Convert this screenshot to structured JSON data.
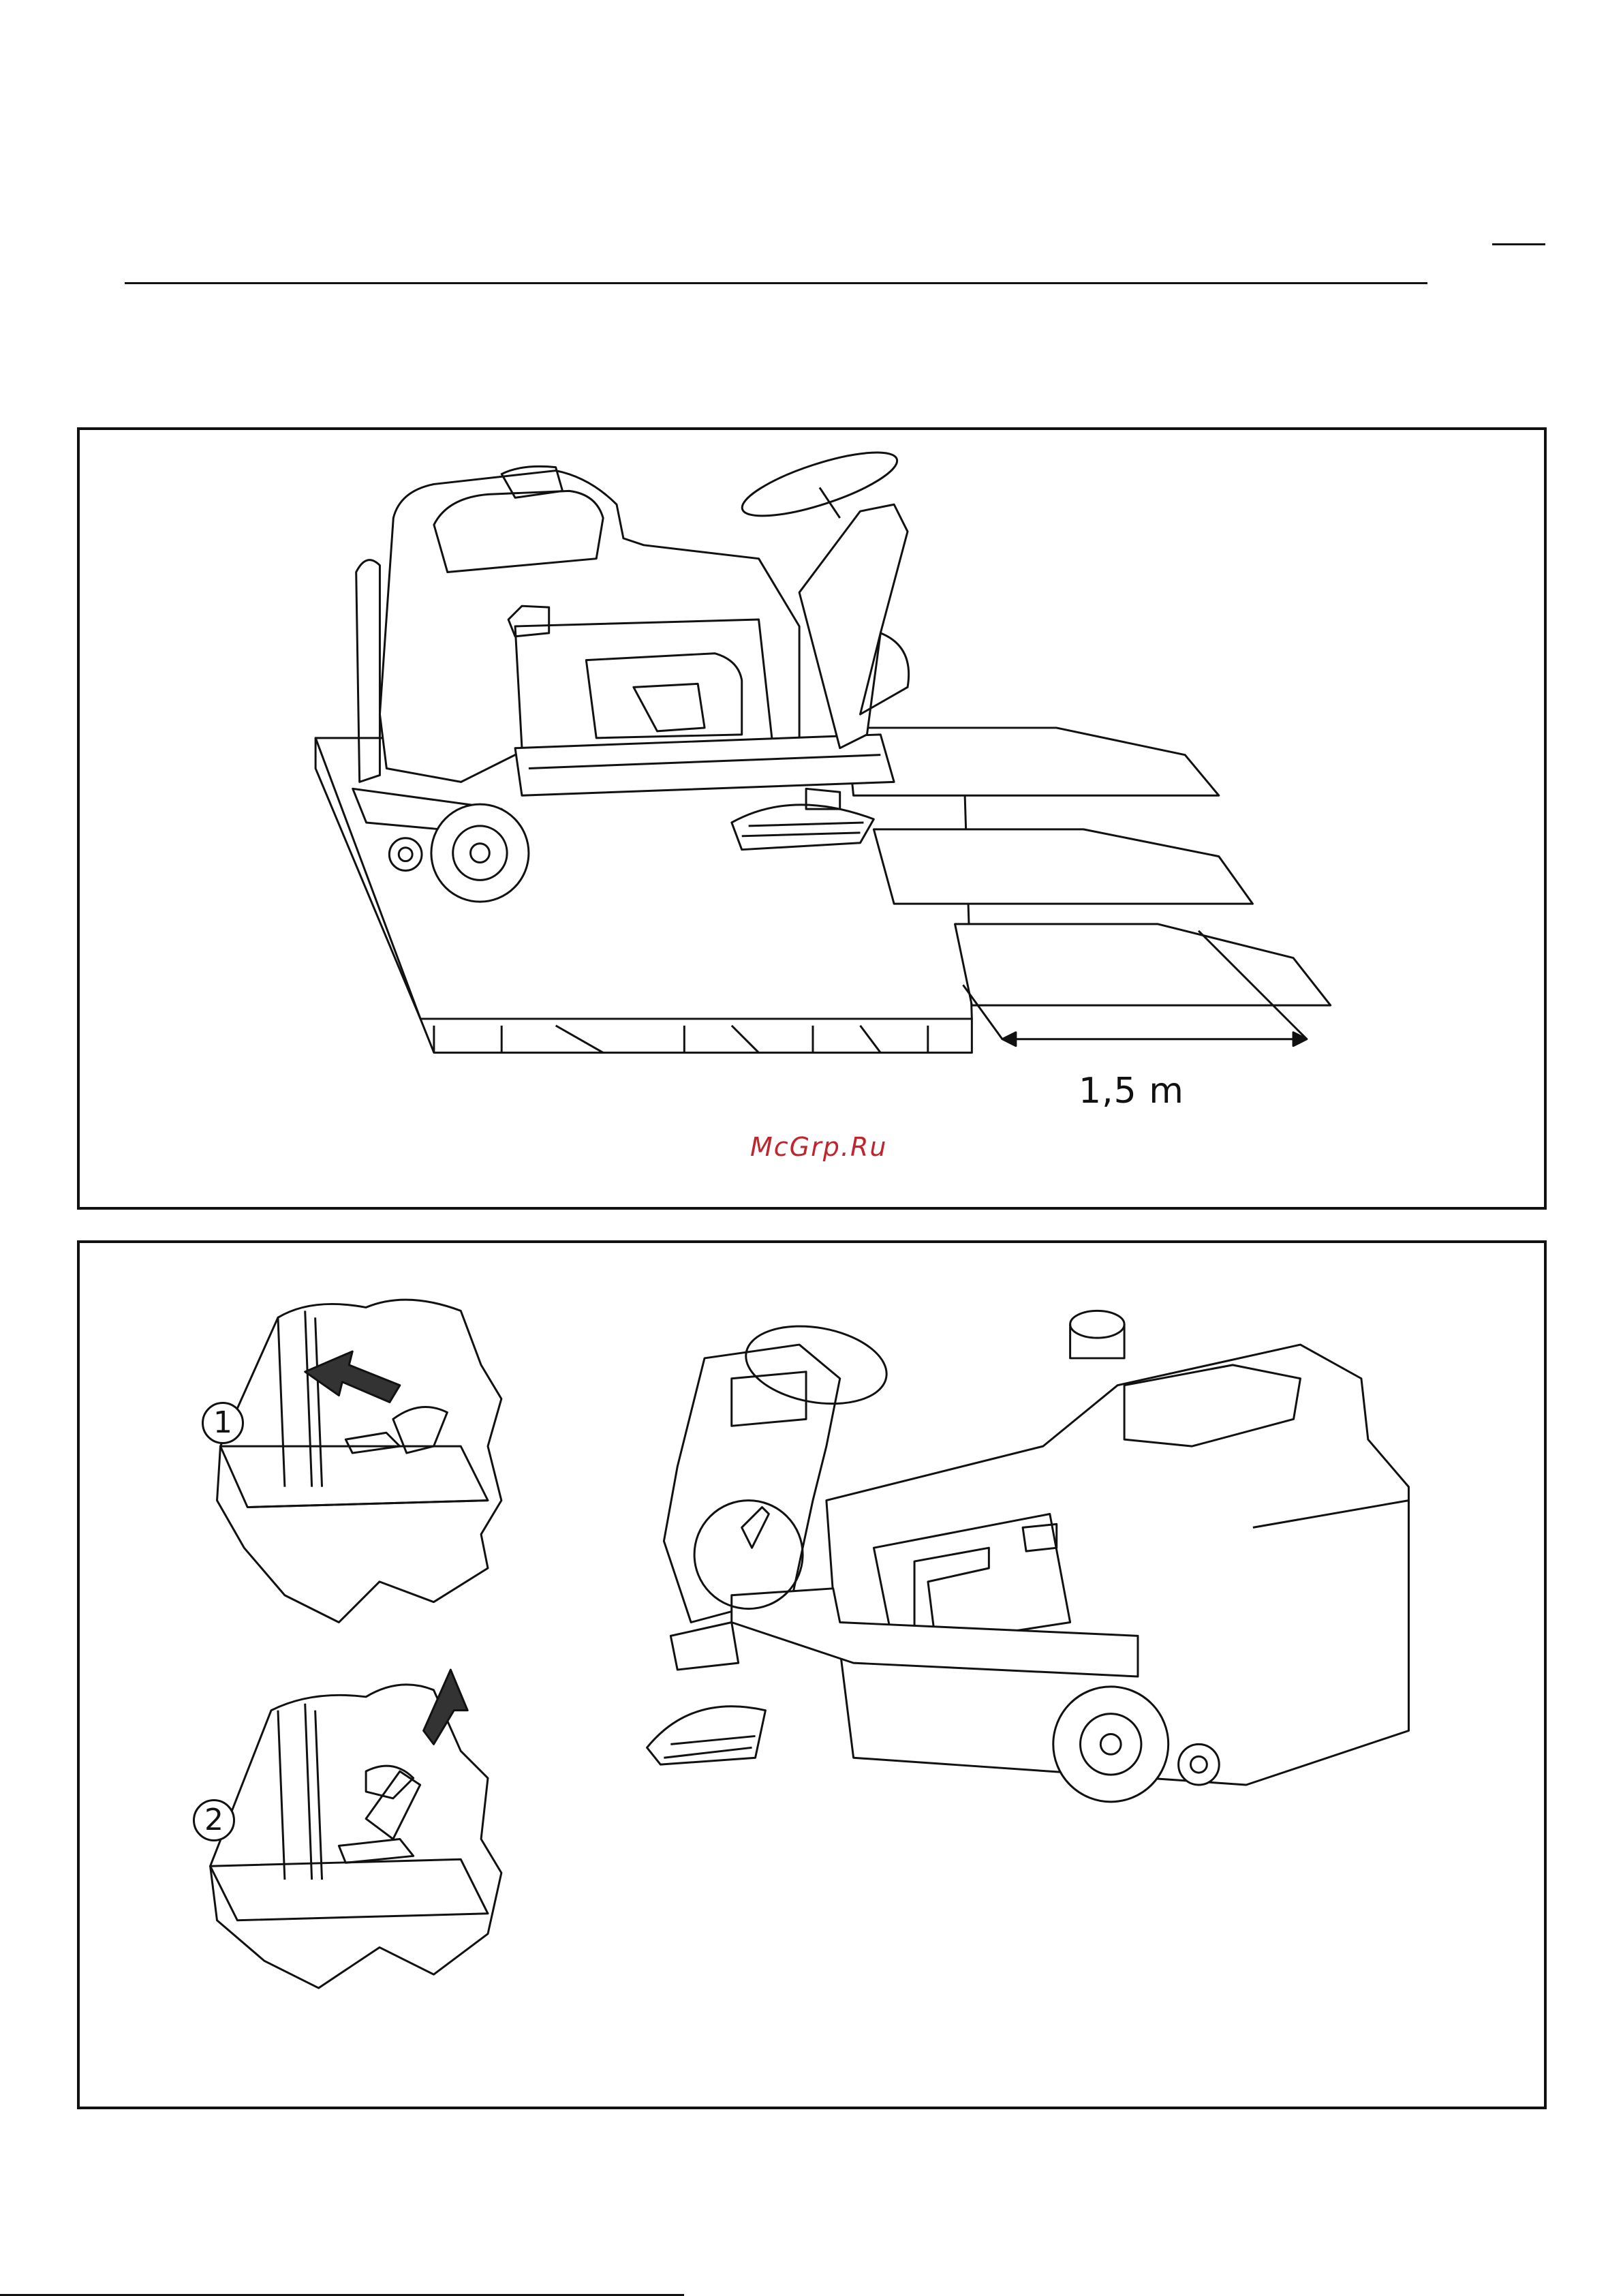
{
  "figure_1": {
    "ramp_distance": "1,5 m",
    "watermark": "McGrp.Ru"
  },
  "figure_2": {
    "step_1": "1",
    "step_2": "2"
  },
  "icons": [
    "arrow-up-left-icon",
    "arrow-up-right-icon",
    "dimension-arrow-icon"
  ]
}
